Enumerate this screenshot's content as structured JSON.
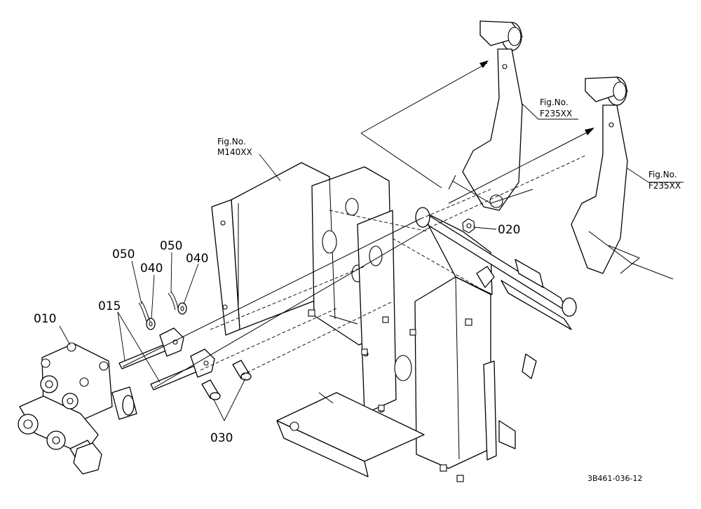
{
  "labels": {
    "p010": "010",
    "p015": "015",
    "p020": "020",
    "p030": "030",
    "p040a": "040",
    "p040b": "040",
    "p050a": "050",
    "p050b": "050"
  },
  "references": {
    "frame": {
      "line1": "Fig.No.",
      "line2": "M140XX"
    },
    "pedal_upper": {
      "line1": "Fig.No.",
      "line2": "F235XX"
    },
    "pedal_lower": {
      "line1": "Fig.No.",
      "line2": "F235XX"
    }
  },
  "drawing_code": "3B461-036-12"
}
